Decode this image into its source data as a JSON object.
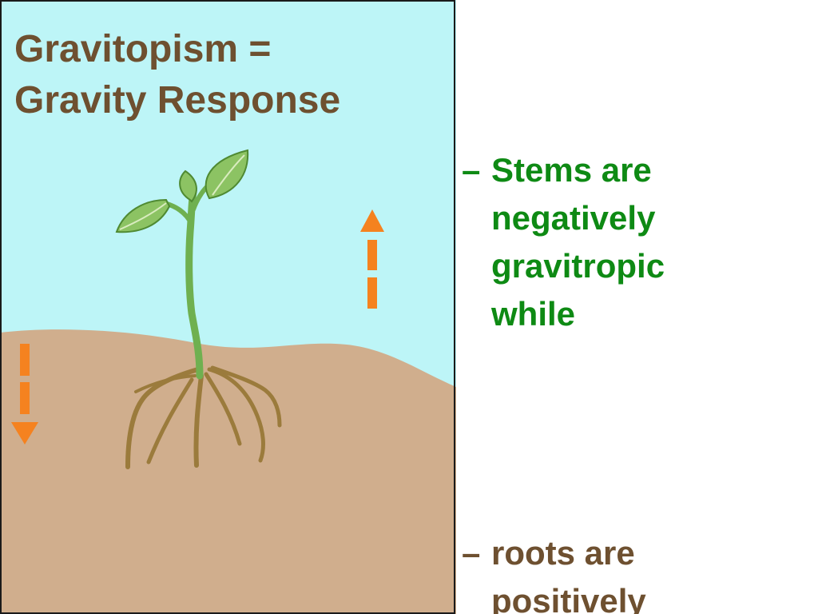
{
  "slide": {
    "title_lines": [
      "Gravitopism =",
      "Gravity Response"
    ],
    "bullets": [
      {
        "marker": "–",
        "lines": [
          "Stems are",
          "negatively",
          "gravitropic",
          "while"
        ],
        "color": "#0e8a14"
      },
      {
        "marker": "–",
        "lines": [
          "roots are",
          "positively"
        ],
        "color": "#6e5030"
      }
    ]
  },
  "illustration": {
    "sky_color": "#bdf5f7",
    "soil_color": "#d0ae8d",
    "arrow_color": "#f5821f",
    "stem_color": "#6fb050",
    "leaf_color": "#8cc363",
    "root_color": "#9b7b3c",
    "icons": [
      "plant-seedling-icon",
      "arrow-up-icon",
      "arrow-down-icon"
    ]
  }
}
